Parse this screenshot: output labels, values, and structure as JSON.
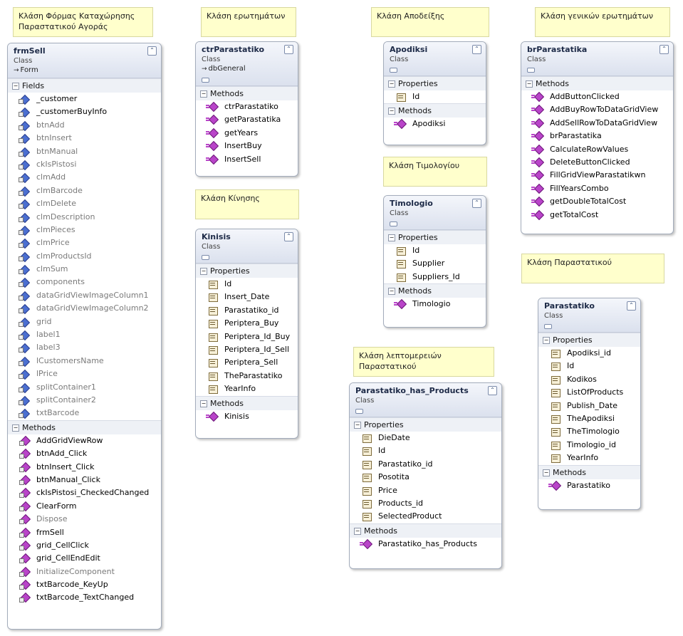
{
  "notes": {
    "form": "Κλάση Φόρμας Καταχώρησης Παραστατικού Αγοράς",
    "queries": "Κλάση ερωτημάτων",
    "receipt": "Κλάση Αποδείξης",
    "general": "Κλάση γενικών ερωτημάτων",
    "invoice": "Κλάση Τιμολογίου",
    "movement": "Κλάση Κίνησης",
    "details": "Κλάση λεπτομερειών Παραστατικού",
    "document": "Κλάση Παραστατικού"
  },
  "classes": {
    "frmSell": {
      "name": "frmSell",
      "kind": "Class",
      "base": "Form",
      "fields_label": "Fields",
      "fields": [
        "_customer",
        "_customerBuyInfo",
        "btnAdd",
        "btnInsert",
        "btnManual",
        "ckIsPistosi",
        "clmAdd",
        "clmBarcode",
        "clmDelete",
        "clmDescription",
        "clmPieces",
        "clmPrice",
        "clmProductsId",
        "clmSum",
        "components",
        "dataGridViewImageColumn1",
        "dataGridViewImageColumn2",
        "grid",
        "label1",
        "label3",
        "lCustomersName",
        "lPrice",
        "splitContainer1",
        "splitContainer2",
        "txtBarcode"
      ],
      "methods_label": "Methods",
      "methods": [
        "AddGridViewRow",
        "btnAdd_Click",
        "btnInsert_Click",
        "btnManual_Click",
        "ckIsPistosi_CheckedChanged",
        "ClearForm",
        "Dispose",
        "frmSell",
        "grid_CellClick",
        "grid_CellEndEdit",
        "InitializeComponent",
        "txtBarcode_KeyUp",
        "txtBarcode_TextChanged"
      ]
    },
    "ctrParastatiko": {
      "name": "ctrParastatiko",
      "kind": "Class",
      "base": "dbGeneral",
      "methods_label": "Methods",
      "methods": [
        "ctrParastatiko",
        "getParastatika",
        "getYears",
        "InsertBuy",
        "InsertSell"
      ]
    },
    "Kinisis": {
      "name": "Kinisis",
      "kind": "Class",
      "properties_label": "Properties",
      "properties": [
        "Id",
        "Insert_Date",
        "Parastatiko_id",
        "Periptera_Buy",
        "Periptera_Id_Buy",
        "Periptera_Id_Sell",
        "Periptera_Sell",
        "TheParastatiko",
        "YearInfo"
      ],
      "methods_label": "Methods",
      "methods": [
        "Kinisis"
      ]
    },
    "Apodiksi": {
      "name": "Apodiksi",
      "kind": "Class",
      "properties_label": "Properties",
      "properties": [
        "Id"
      ],
      "methods_label": "Methods",
      "methods": [
        "Apodiksi"
      ]
    },
    "Timologio": {
      "name": "Timologio",
      "kind": "Class",
      "properties_label": "Properties",
      "properties": [
        "Id",
        "Supplier",
        "Suppliers_Id"
      ],
      "methods_label": "Methods",
      "methods": [
        "Timologio"
      ]
    },
    "ParastatikoHasProducts": {
      "name": "Parastatiko_has_Products",
      "kind": "Class",
      "properties_label": "Properties",
      "properties": [
        "DieDate",
        "Id",
        "Parastatiko_id",
        "Posotita",
        "Price",
        "Products_id",
        "SelectedProduct"
      ],
      "methods_label": "Methods",
      "methods": [
        "Parastatiko_has_Products"
      ]
    },
    "brParastatika": {
      "name": "brParastatika",
      "kind": "Class",
      "methods_label": "Methods",
      "methods": [
        "AddButtonClicked",
        "AddBuyRowToDataGridView",
        "AddSellRowToDataGridView",
        "brParastatika",
        "CalculateRowValues",
        "DeleteButtonClicked",
        "FillGridViewParastatikwn",
        "FillYearsCombo",
        "getDoubleTotalCost",
        "getTotalCost"
      ]
    },
    "Parastatiko": {
      "name": "Parastatiko",
      "kind": "Class",
      "properties_label": "Properties",
      "properties": [
        "Apodiksi_id",
        "Id",
        "Kodikos",
        "ListOfProducts",
        "Publish_Date",
        "TheApodiksi",
        "TheTimologio",
        "Timologio_id",
        "YearInfo"
      ],
      "methods_label": "Methods",
      "methods": [
        "Parastatiko"
      ]
    }
  }
}
